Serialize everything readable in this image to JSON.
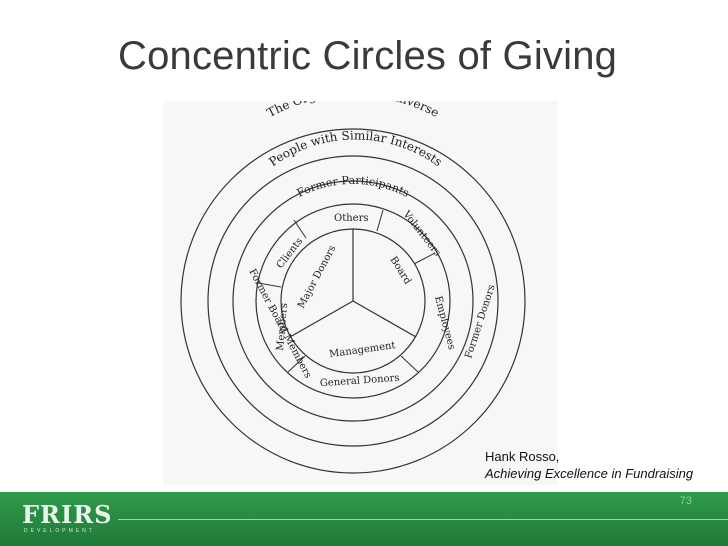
{
  "slide": {
    "title": "Concentric Circles of Giving",
    "page_number": "73"
  },
  "diagram": {
    "ring_labels": [
      "The Organization's Universe",
      "People with Similar Interests",
      "Former Participants",
      "Former Board Members",
      "Former Donors"
    ],
    "inner_labels": [
      "Others",
      "Clients",
      "Volunteers",
      "Members",
      "Employees",
      "General Donors",
      "Management",
      "Major Donors",
      "Board"
    ]
  },
  "citation": {
    "author": "Hank  Rosso,",
    "work": "Achieving Excellence in Fundraising"
  },
  "logo": {
    "text": "FRIRS",
    "subtext": "DEVELOPMENT"
  },
  "colors": {
    "footer": "#2a8f45",
    "title": "#3a3a3a"
  }
}
